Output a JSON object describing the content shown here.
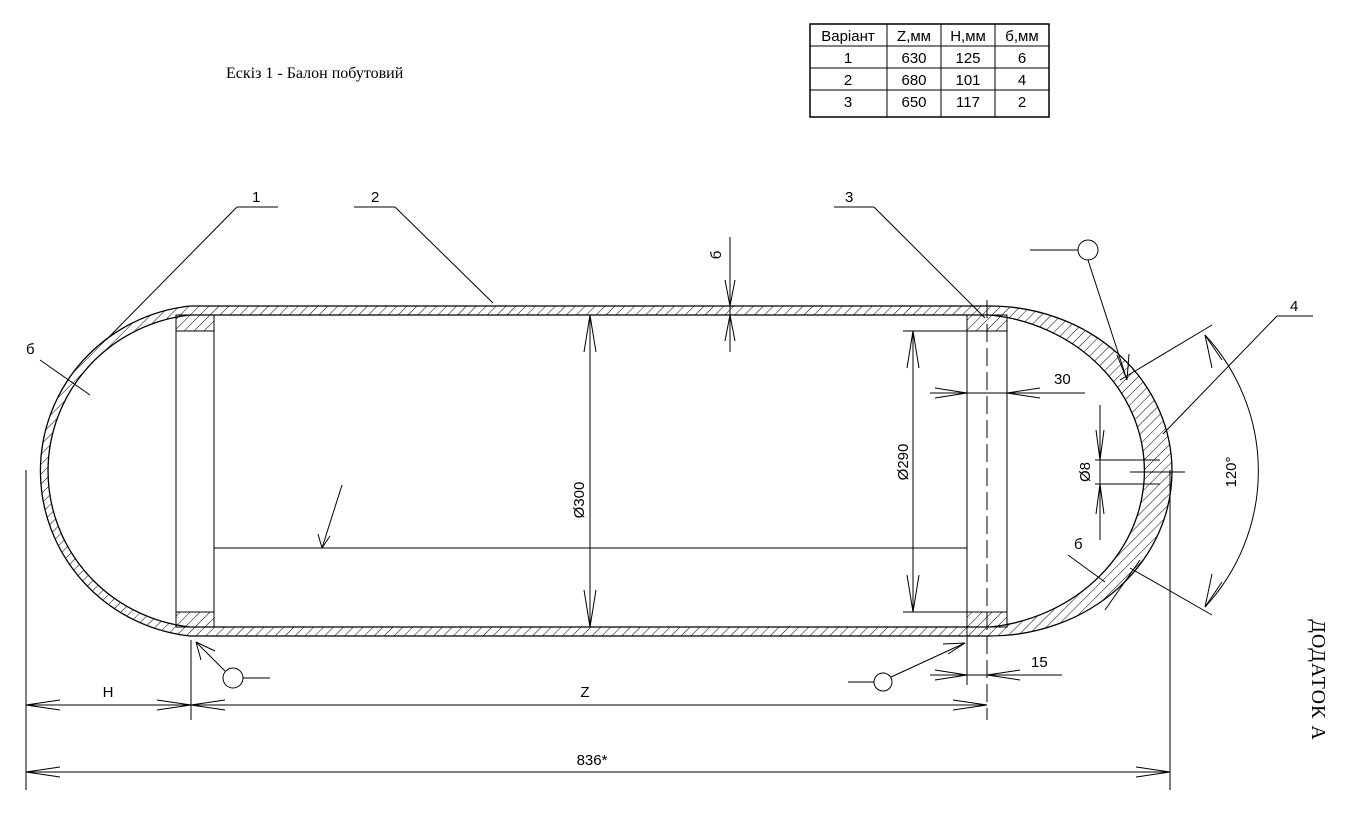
{
  "title": "Ескіз 1 - Балон побутовий",
  "side_label": "ДОДАТОК А",
  "table": {
    "headers": [
      "Варіант",
      "Z,мм",
      "H,мм",
      "б,мм"
    ],
    "rows": [
      [
        "1",
        "630",
        "125",
        "6"
      ],
      [
        "2",
        "680",
        "101",
        "4"
      ],
      [
        "3",
        "650",
        "117",
        "2"
      ]
    ]
  },
  "callouts": [
    "1",
    "2",
    "3",
    "4"
  ],
  "dims": {
    "wall_left": "б",
    "wall_top": "б",
    "wall_right": "б",
    "dia_outer": "Ø300",
    "dia_inner": "Ø290",
    "ring_width": "30",
    "ring_gap": "15",
    "hole": "Ø8",
    "angle": "120°",
    "h": "H",
    "z": "Z",
    "total": "836*"
  }
}
